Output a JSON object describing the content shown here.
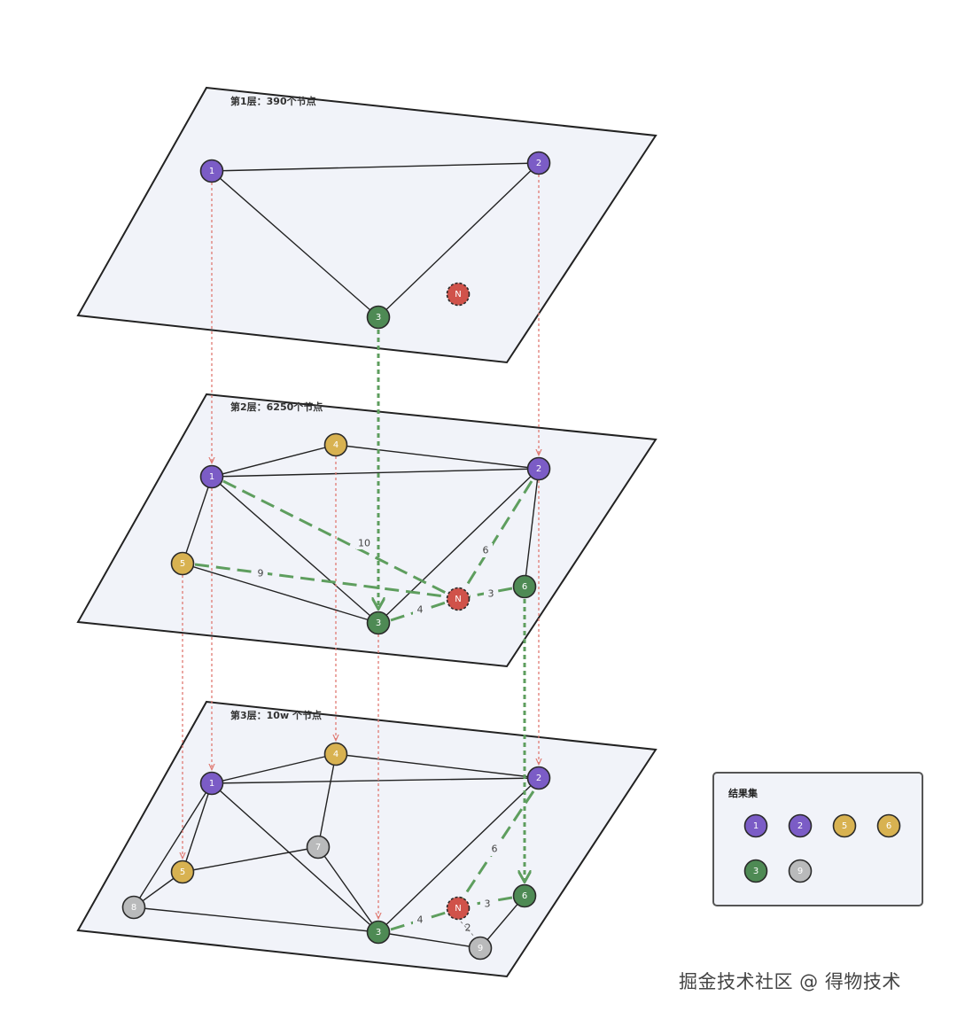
{
  "colors": {
    "purple": "#7b5cc6",
    "yellow": "#d8b251",
    "green": "#4e8a54",
    "gray": "#b9babb",
    "red": "#d0524a",
    "plane_fill": "#f1f3f9",
    "search_path": "#5e9e5e",
    "drop_arrow": "#e07a72"
  },
  "layers": [
    {
      "title": "第1层：390个节点",
      "nodes": [
        {
          "id": "1",
          "color": "purple"
        },
        {
          "id": "2",
          "color": "purple"
        },
        {
          "id": "3",
          "color": "green"
        },
        {
          "id": "N",
          "color": "red",
          "query": true
        }
      ]
    },
    {
      "title": "第2层：6250个节点",
      "nodes": [
        {
          "id": "1",
          "color": "purple"
        },
        {
          "id": "2",
          "color": "purple"
        },
        {
          "id": "4",
          "color": "yellow"
        },
        {
          "id": "5",
          "color": "yellow"
        },
        {
          "id": "3",
          "color": "green"
        },
        {
          "id": "6",
          "color": "green"
        },
        {
          "id": "N",
          "color": "red",
          "query": true
        }
      ],
      "distances": [
        "10",
        "6",
        "9",
        "3",
        "4"
      ]
    },
    {
      "title": "第3层：10w 个节点",
      "nodes": [
        {
          "id": "1",
          "color": "purple"
        },
        {
          "id": "2",
          "color": "purple"
        },
        {
          "id": "4",
          "color": "yellow"
        },
        {
          "id": "5",
          "color": "yellow"
        },
        {
          "id": "7",
          "color": "gray"
        },
        {
          "id": "8",
          "color": "gray"
        },
        {
          "id": "3",
          "color": "green"
        },
        {
          "id": "6",
          "color": "green"
        },
        {
          "id": "9",
          "color": "gray"
        },
        {
          "id": "N",
          "color": "red",
          "query": true
        }
      ],
      "distances": [
        "6",
        "3",
        "4",
        "2"
      ]
    }
  ],
  "legend": {
    "title": "结果集",
    "items": [
      {
        "id": "1",
        "color": "purple"
      },
      {
        "id": "2",
        "color": "purple"
      },
      {
        "id": "5",
        "color": "yellow"
      },
      {
        "id": "6",
        "color": "yellow"
      },
      {
        "id": "3",
        "color": "green"
      },
      {
        "id": "9",
        "color": "gray"
      }
    ]
  },
  "watermark": "掘金技术社区 @ 得物技术"
}
